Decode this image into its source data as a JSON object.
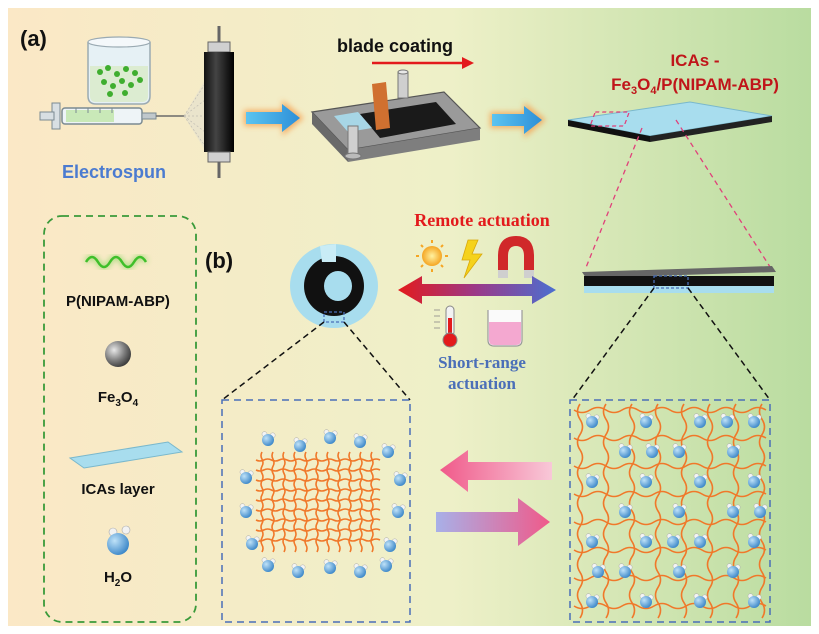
{
  "panel_a": {
    "label": "(a)",
    "electrospun": "Electrospun",
    "blade_coating": "blade coating",
    "product_line1": "ICAs -",
    "product_line2_parts": [
      "Fe",
      "3",
      "O",
      "4",
      "/P(NIPAM-ABP)"
    ]
  },
  "panel_b": {
    "label": "(b)",
    "remote_actuation": "Remote actuation",
    "short_range_line1": "Short-range",
    "short_range_line2": "actuation"
  },
  "legend": {
    "polymer": "P(NIPAM-ABP)",
    "fe3o4_parts": [
      "Fe",
      "3",
      "O",
      "4"
    ],
    "layer": "ICAs layer",
    "water_parts": [
      "H",
      "2",
      "O"
    ]
  },
  "colors": {
    "bg_left": "#fbe8c6",
    "bg_right": "#b9dca0",
    "accent_red": "#e31a1c",
    "accent_blue": "#4b7bd0",
    "polymer_green": "#5ccf3b",
    "fiber_orange": "#f0782a",
    "water_blue": "#5aa0d8",
    "layer_cyan": "#a8ddee",
    "dash_green": "#3a9a3a",
    "dash_blue": "#4a6fb8",
    "dash_pink": "#e0407a"
  }
}
